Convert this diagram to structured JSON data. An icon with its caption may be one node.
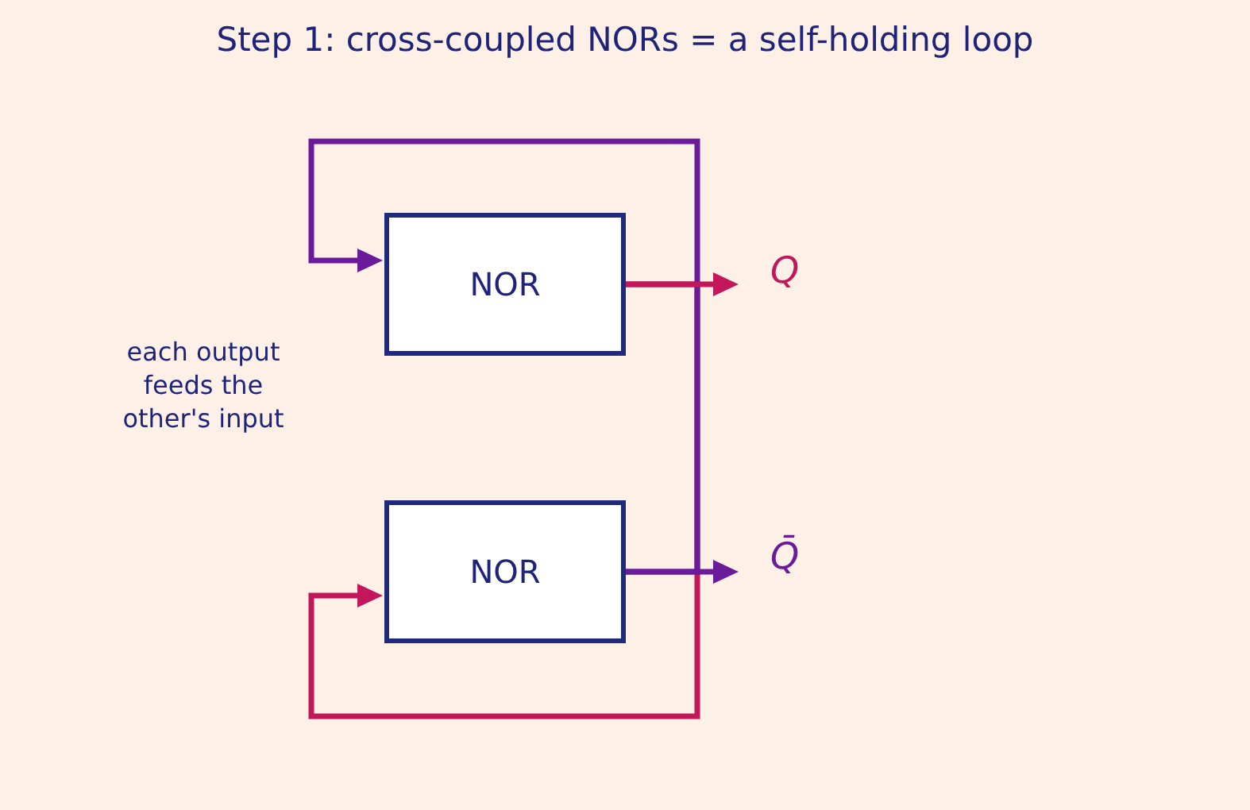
{
  "diagram": {
    "title": "Step 1: cross-coupled NORs = a self-holding loop",
    "nodes": [
      {
        "text": [
          "NOR"
        ]
      },
      {
        "text": [
          "NOR"
        ]
      },
      {
        "text": [
          "Q"
        ]
      },
      {
        "text": [
          "Q̄"
        ]
      }
    ],
    "edges": [
      {
        "from": 0,
        "to": 2,
        "arrow": "to",
        "color": "#c2185b"
      },
      {
        "from": 1,
        "to": 3,
        "arrow": "to",
        "color": "#6a1b9a"
      },
      {
        "from": 1,
        "to": 0,
        "arrow": "to",
        "color": "#6a1b9a"
      },
      {
        "from": 0,
        "to": 1,
        "arrow": "to",
        "color": "#c2185b"
      }
    ],
    "labels": [
      "each output feeds the other's input"
    ]
  }
}
